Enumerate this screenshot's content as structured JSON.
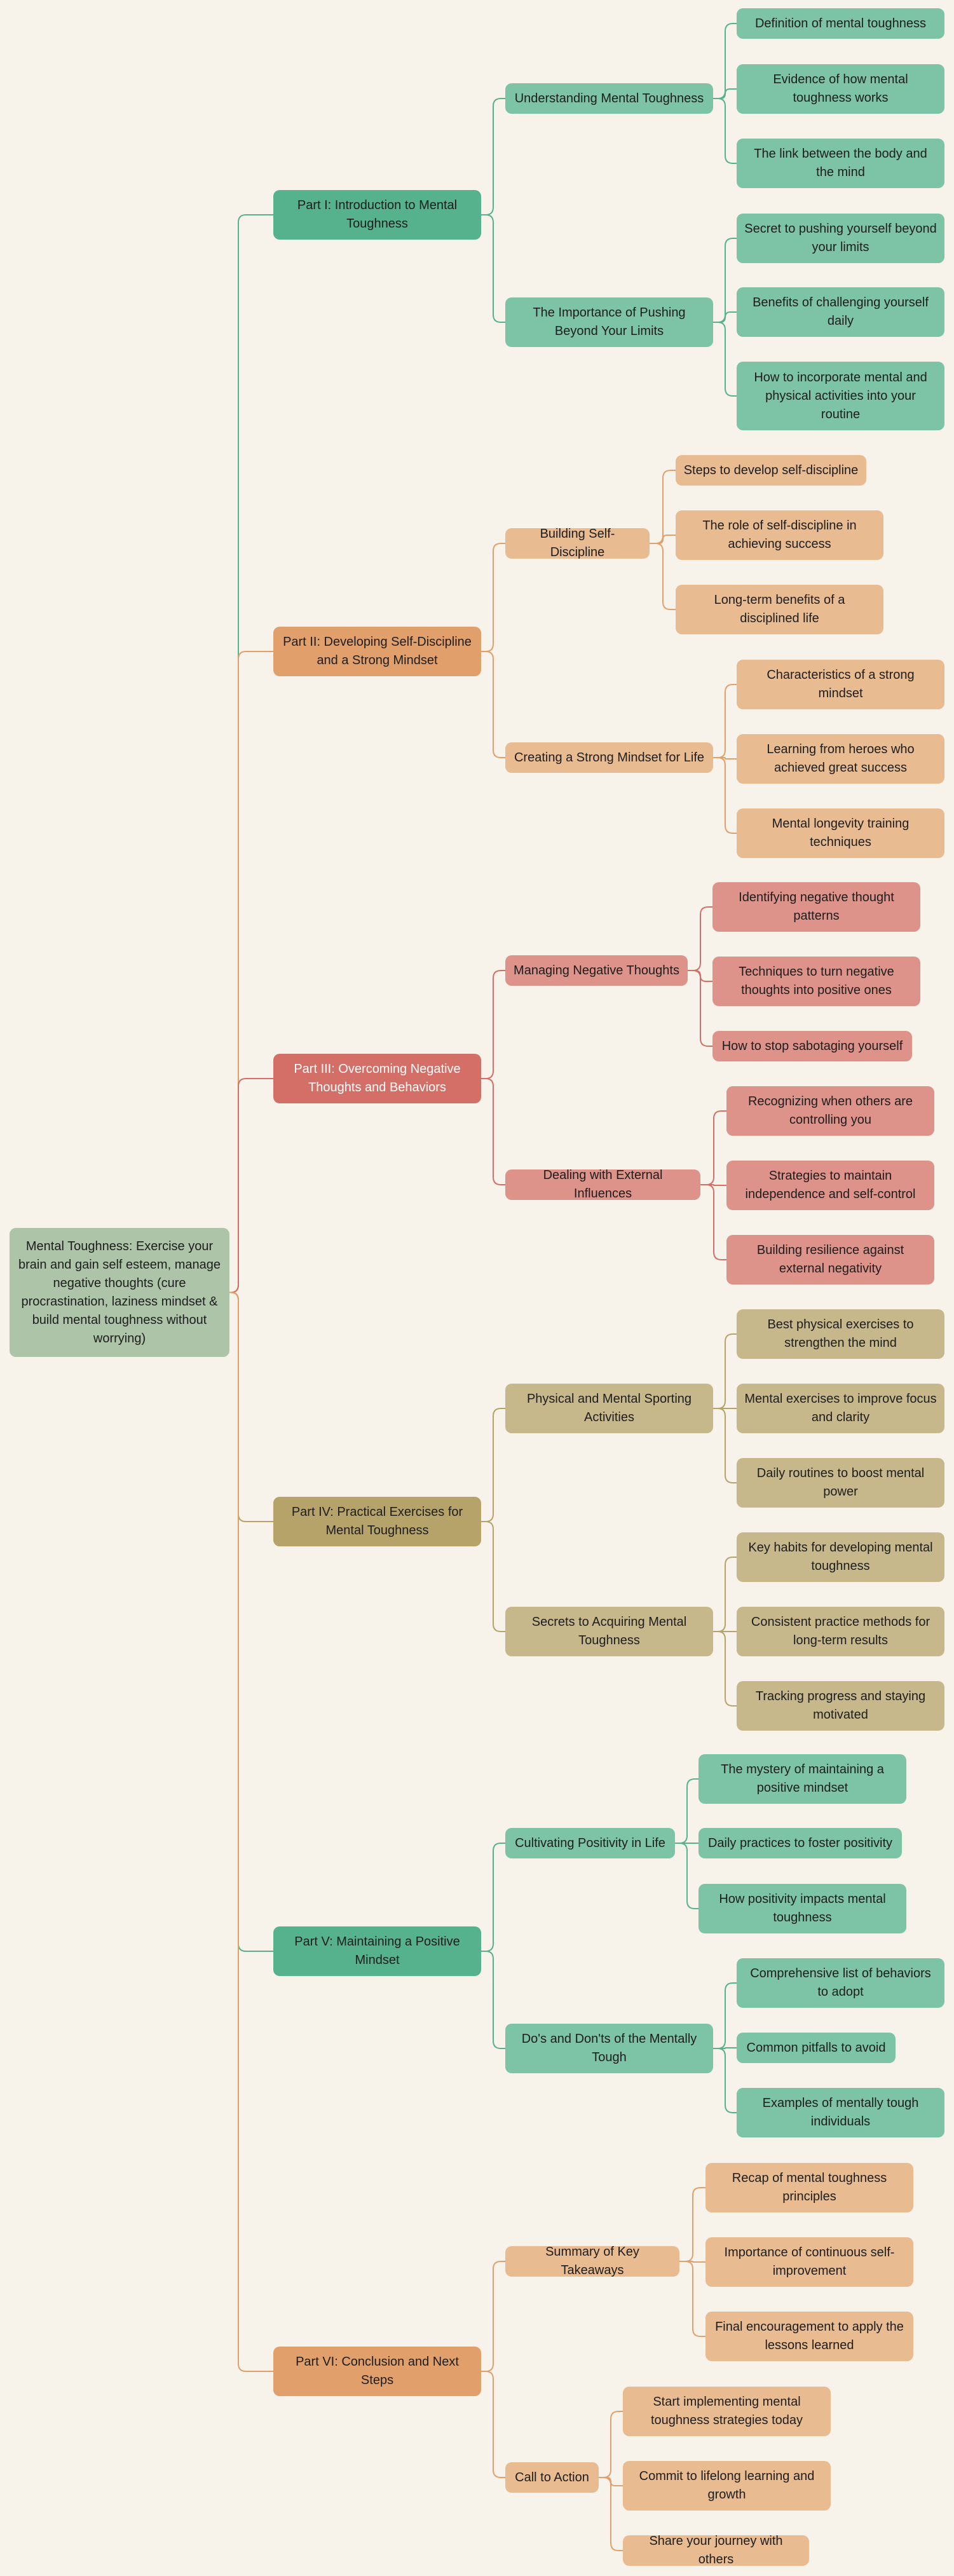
{
  "root": {
    "label": "Mental Toughness: Exercise your brain and gain self esteem, manage negative thoughts (cure procrastination, laziness mindset & build mental toughness without worrying)",
    "color": "#adc4a8"
  },
  "parts": [
    {
      "label": "Part I: Introduction to Mental Toughness",
      "color": "#56b18d",
      "light": "#7cc4a5",
      "line": "#56b18d",
      "text_color": "#1d1d1d",
      "sections": [
        {
          "label": "Understanding Mental Toughness",
          "items": [
            "Definition of mental toughness",
            "Evidence of how mental toughness works",
            "The link between the body and the mind"
          ]
        },
        {
          "label": "The Importance of Pushing Beyond Your Limits",
          "items": [
            "Secret to pushing yourself beyond your limits",
            "Benefits of challenging yourself daily",
            "How to incorporate mental and physical activities into your routine"
          ]
        }
      ]
    },
    {
      "label": "Part II: Developing Self-Discipline and a Strong Mindset",
      "color": "#e1a06b",
      "light": "#e8bb91",
      "line": "#e1a06b",
      "text_color": "#1d1d1d",
      "sections": [
        {
          "label": "Building Self-Discipline",
          "items": [
            "Steps to develop self-discipline",
            "The role of self-discipline in achieving success",
            "Long-term benefits of a disciplined life"
          ]
        },
        {
          "label": "Creating a Strong Mindset for Life",
          "items": [
            "Characteristics of a strong mindset",
            "Learning from heroes who achieved great success",
            "Mental longevity training techniques"
          ]
        }
      ]
    },
    {
      "label": "Part III: Overcoming Negative Thoughts and Behaviors",
      "color": "#d36f67",
      "light": "#dd928a",
      "line": "#d36f67",
      "text_color": "#ffffff",
      "sections": [
        {
          "label": "Managing Negative Thoughts",
          "items": [
            "Identifying negative thought patterns",
            "Techniques to turn negative thoughts into positive ones",
            "How to stop sabotaging yourself"
          ]
        },
        {
          "label": "Dealing with External Influences",
          "items": [
            "Recognizing when others are controlling you",
            "Strategies to maintain independence and self-control",
            "Building resilience against external negativity"
          ]
        }
      ]
    },
    {
      "label": "Part IV: Practical Exercises for Mental Toughness",
      "color": "#b5a36a",
      "light": "#c6b88b",
      "line": "#b5a36a",
      "text_color": "#1d1d1d",
      "sections": [
        {
          "label": "Physical and Mental Sporting Activities",
          "items": [
            "Best physical exercises to strengthen the mind",
            "Mental exercises to improve focus and clarity",
            "Daily routines to boost mental power"
          ]
        },
        {
          "label": "Secrets to Acquiring Mental Toughness",
          "items": [
            "Key habits for developing mental toughness",
            "Consistent practice methods for long-term results",
            "Tracking progress and staying motivated"
          ]
        }
      ]
    },
    {
      "label": "Part V: Maintaining a Positive Mindset",
      "color": "#56b18d",
      "light": "#7cc4a5",
      "line": "#56b18d",
      "text_color": "#1d1d1d",
      "sections": [
        {
          "label": "Cultivating Positivity in Life",
          "items": [
            "The mystery of maintaining a positive mindset",
            "Daily practices to foster positivity",
            "How positivity impacts mental toughness"
          ]
        },
        {
          "label": "Do's and Don'ts of the Mentally Tough",
          "items": [
            "Comprehensive list of behaviors to adopt",
            "Common pitfalls to avoid",
            "Examples of mentally tough individuals"
          ]
        }
      ]
    },
    {
      "label": "Part VI: Conclusion and Next Steps",
      "color": "#e1a06b",
      "light": "#e8bb91",
      "line": "#e1a06b",
      "text_color": "#1d1d1d",
      "sections": [
        {
          "label": "Summary of Key Takeaways",
          "items": [
            "Recap of mental toughness principles",
            "Importance of continuous self-improvement",
            "Final encouragement to apply the lessons learned"
          ]
        },
        {
          "label": "Call to Action",
          "items": [
            "Start implementing mental toughness strategies today",
            "Commit to lifelong learning and growth",
            "Share your journey with others"
          ]
        }
      ]
    }
  ]
}
